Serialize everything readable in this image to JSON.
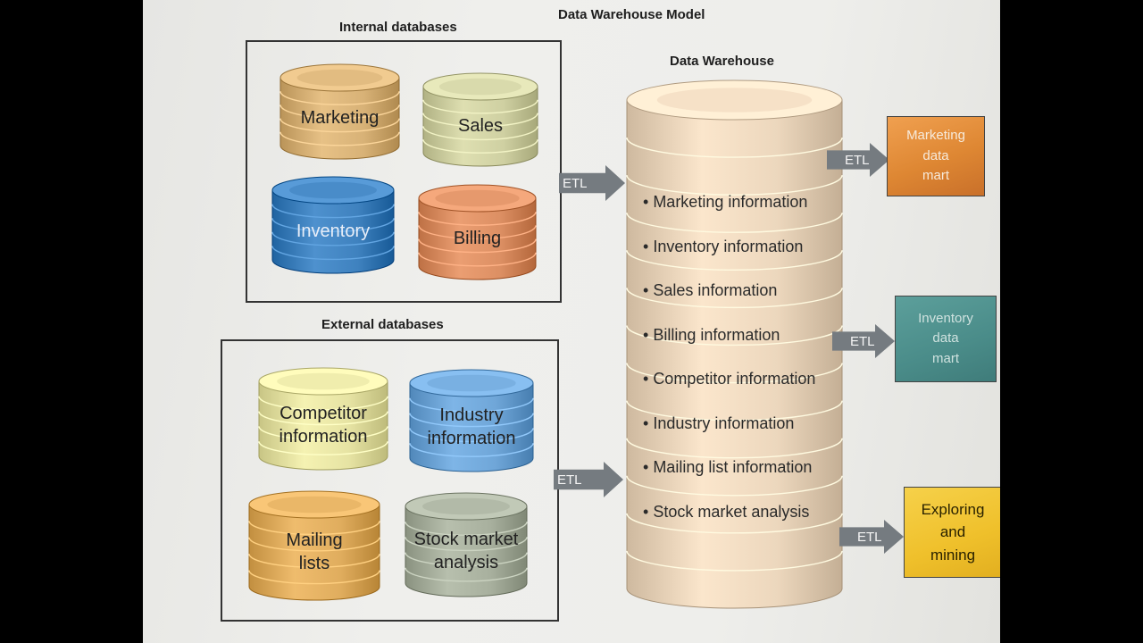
{
  "diagram": {
    "title": "Data Warehouse Model",
    "internal_title": "Internal databases",
    "external_title": "External databases",
    "warehouse_title": "Data Warehouse",
    "etl_label": "ETL",
    "internal": {
      "marketing": "Marketing",
      "sales": "Sales",
      "inventory": "Inventory",
      "billing": "Billing"
    },
    "external": {
      "competitor": "Competitor\ninformation",
      "industry": "Industry\ninformation",
      "mailing": "Mailing\nlists",
      "stock": "Stock market\nanalysis"
    },
    "warehouse_items": [
      "Marketing information",
      "Inventory information",
      "Sales information",
      "Billing information",
      "Competitor information",
      "Industry information",
      "Mailing list information",
      "Stock market analysis"
    ],
    "marts": {
      "marketing": "Marketing\ndata\nmart",
      "inventory": "Inventory\ndata\nmart",
      "exploring": "Exploring\nand\nmining"
    },
    "colors": {
      "tan": "#d8b277",
      "olive": "#cfd0a2",
      "blue": "#3f82bf",
      "salmon": "#dc8f63",
      "yellow": "#e6e3a3",
      "lightblue": "#6fa6d8",
      "orange": "#e0ad5e",
      "gray": "#a8b09e",
      "warehouse": "#ecd7bd",
      "arrow": "#757b80",
      "mart_orange": "#e08b36",
      "mart_teal": "#4c8f8d",
      "mart_yellow": "#f2c530"
    }
  }
}
